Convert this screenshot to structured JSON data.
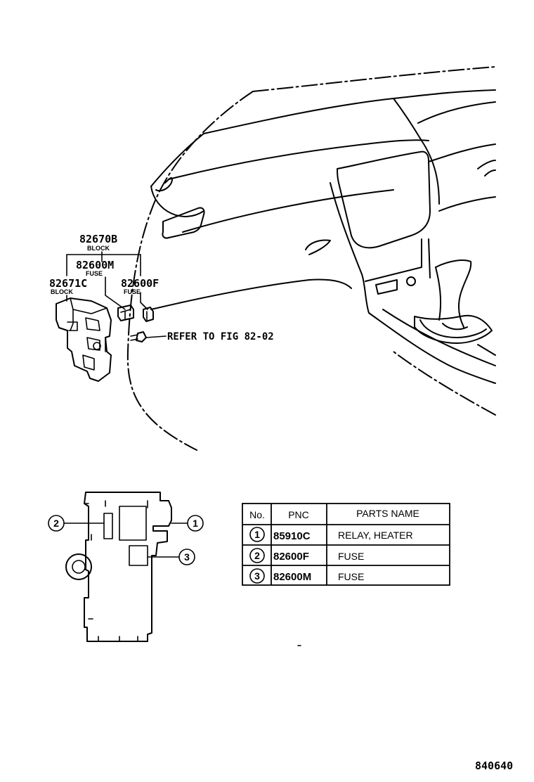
{
  "callouts": {
    "block_main": {
      "part": "82670B",
      "desc": "BLOCK"
    },
    "fuse_m": {
      "part": "82600M",
      "desc": "FUSE"
    },
    "block_c": {
      "part": "82671C",
      "desc": "BLOCK"
    },
    "fuse_f": {
      "part": "82600F",
      "desc": "FUSE"
    },
    "refer": "REFER TO FIG 82-02"
  },
  "detail_markers": [
    "2",
    "1",
    "3"
  ],
  "parts_table": {
    "headers": [
      "No.",
      "PNC",
      "PARTS NAME"
    ],
    "rows": [
      {
        "no": "1",
        "pnc": "85910C",
        "name": "RELAY, HEATER"
      },
      {
        "no": "2",
        "pnc": "82600F",
        "name": "FUSE"
      },
      {
        "no": "3",
        "pnc": "82600M",
        "name": "FUSE"
      }
    ]
  },
  "figure_number": "840640"
}
